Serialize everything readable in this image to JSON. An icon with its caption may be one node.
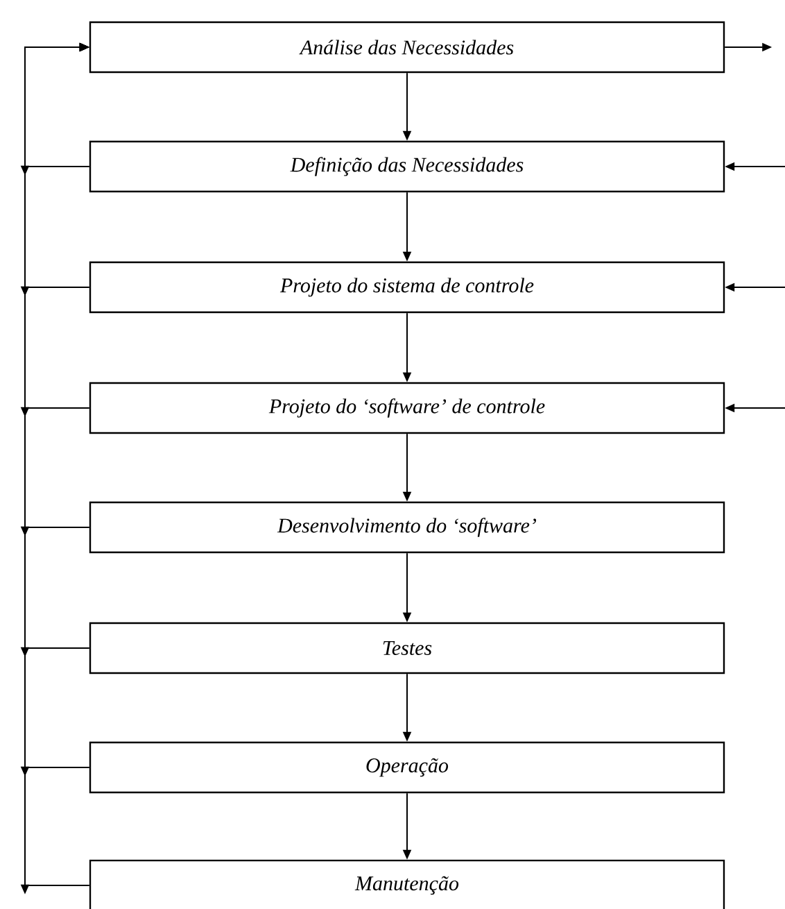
{
  "diagram": {
    "nodes": [
      {
        "text": [
          "Análise das Necessidades"
        ]
      },
      {
        "text": [
          "Definição das Necessidades"
        ]
      },
      {
        "text": [
          "Projeto do sistema de controle"
        ]
      },
      {
        "text": [
          "Projeto do ‘software’ de controle"
        ]
      },
      {
        "text": [
          "Desenvolvimento do ‘software’"
        ]
      },
      {
        "text": [
          "Testes"
        ]
      },
      {
        "text": [
          "Operação"
        ]
      },
      {
        "text": [
          "Manutenção"
        ]
      }
    ],
    "edges": [
      {
        "from": 0,
        "to": 1,
        "arrow": "to"
      },
      {
        "from": 1,
        "to": 2,
        "arrow": "to"
      },
      {
        "from": 2,
        "to": 3,
        "arrow": "to"
      },
      {
        "from": 3,
        "to": 4,
        "arrow": "to"
      },
      {
        "from": 4,
        "to": 5,
        "arrow": "to"
      },
      {
        "from": 5,
        "to": 6,
        "arrow": "to"
      },
      {
        "from": 6,
        "to": 7,
        "arrow": "to"
      },
      {
        "from": 1,
        "to": 0,
        "arrow": "to"
      },
      {
        "from": 2,
        "to": 0,
        "arrow": "to"
      },
      {
        "from": 3,
        "to": 0,
        "arrow": "to"
      },
      {
        "from": 4,
        "to": 0,
        "arrow": "to"
      },
      {
        "from": 5,
        "to": 0,
        "arrow": "to"
      },
      {
        "from": 6,
        "to": 0,
        "arrow": "to"
      },
      {
        "from": 7,
        "to": 0,
        "arrow": "to"
      },
      {
        "from": 0,
        "to": null,
        "arrow": "to"
      },
      {
        "from": null,
        "to": 1,
        "arrow": "to"
      },
      {
        "from": null,
        "to": 2,
        "arrow": "to"
      },
      {
        "from": null,
        "to": 3,
        "arrow": "to"
      }
    ]
  }
}
